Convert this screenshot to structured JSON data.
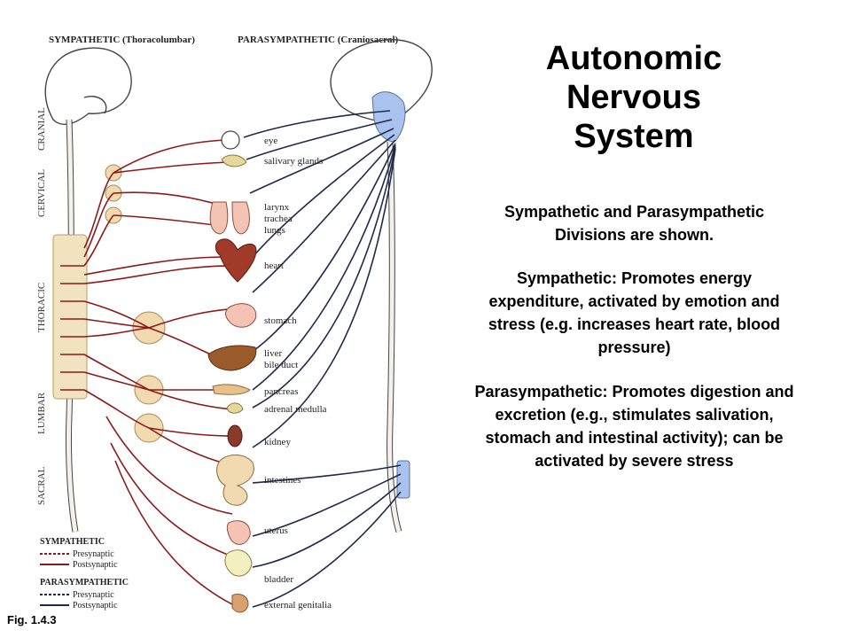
{
  "title": {
    "lines": [
      "Autonomic",
      "Nervous",
      "System"
    ]
  },
  "paragraphs": [
    "Sympathetic and Parasympathetic Divisions are shown.",
    "Sympathetic: Promotes energy expenditure, activated by emotion and stress (e.g. increases heart rate, blood pressure)",
    "Parasympathetic: Promotes digestion and excretion (e.g., stimulates salivation, stomach and intestinal activity); can be activated by severe stress"
  ],
  "figure_caption": "Fig. 1.4.3",
  "diagram": {
    "sympathetic_heading": "SYMPATHETIC (Thoracolumbar)",
    "parasympathetic_heading": "PARASYMPATHETIC (Craniosacral)",
    "regions": [
      "CRANIAL",
      "CERVICAL",
      "THORACIC",
      "LUMBAR",
      "SACRAL"
    ],
    "organs": [
      "eye",
      "salivary glands",
      "larynx",
      "trachea",
      "lungs",
      "heart",
      "stomach",
      "liver",
      "bile duct",
      "pancreas",
      "adrenal medulla",
      "kidney",
      "intestines",
      "uterus",
      "bladder",
      "external genitalia"
    ],
    "legend": {
      "sympathetic_title": "SYMPATHETIC",
      "parasympathetic_title": "PARASYMPATHETIC",
      "presynaptic": "Presynaptic",
      "postsynaptic": "Postsynaptic"
    },
    "colors": {
      "sympathetic": "#8b1a1a",
      "parasympathetic": "#1f2a4a",
      "bone": "#f1e2c0",
      "brain_blue": "#a9c3ee"
    }
  }
}
